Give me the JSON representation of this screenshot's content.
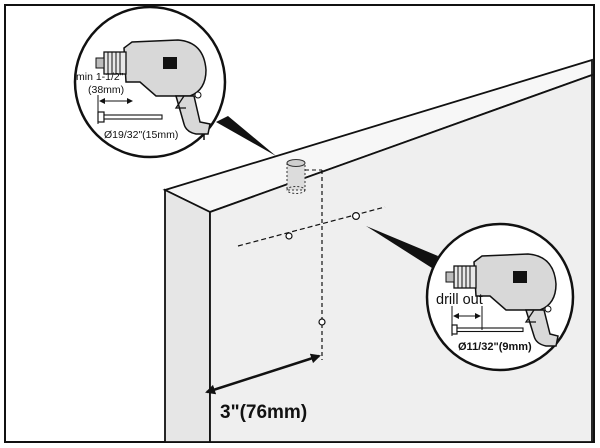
{
  "top_callout": {
    "depth_label_line1": "min 1-1/2\"",
    "depth_label_line2": "(38mm)",
    "bit_diameter_label": "Ø19/32\"(15mm)"
  },
  "side_callout": {
    "drill_out_label": "drill out",
    "bit_diameter_label": "Ø11/32\"(9mm)"
  },
  "dimension_label": "3\"(76mm)",
  "colors": {
    "line": "#111111",
    "panel_face": "#efefef",
    "panel_top": "#f7f7f7",
    "callout_fill": "#ffffff",
    "drill_body": "#d8d8d8"
  }
}
